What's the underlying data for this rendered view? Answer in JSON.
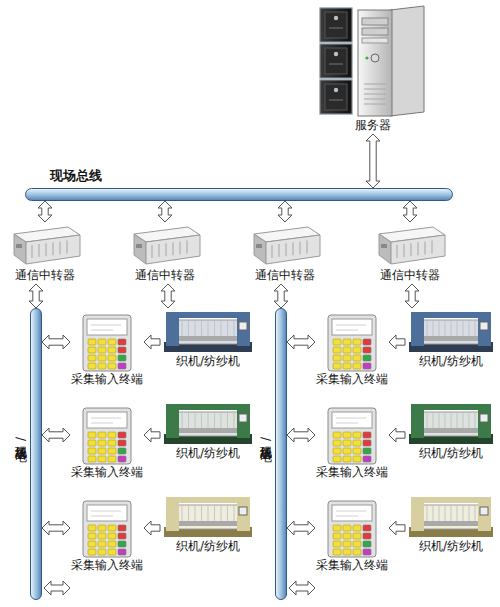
{
  "diagram": {
    "nodes": [
      {
        "text": [
          "服务器"
        ]
      },
      {
        "text": [
          "现场总线"
        ]
      },
      {
        "text": [
          "通信中转器"
        ]
      },
      {
        "text": [
          "通信中转器"
        ]
      },
      {
        "text": [
          "通信中转器"
        ]
      },
      {
        "text": [
          "通信中转器"
        ]
      },
      {
        "text": [
          "现场总线/电"
        ]
      },
      {
        "text": [
          "现场总线/电"
        ]
      },
      {
        "text": [
          "采集输入终端"
        ]
      },
      {
        "text": [
          "织机/纺纱机"
        ]
      },
      {
        "text": [
          "采集输入终端"
        ]
      },
      {
        "text": [
          "织机/纺纱机"
        ]
      },
      {
        "text": [
          "采集输入终端"
        ]
      },
      {
        "text": [
          "织机/纺纱机"
        ]
      },
      {
        "text": [
          "采集输入终端"
        ]
      },
      {
        "text": [
          "织机/纺纱机"
        ]
      },
      {
        "text": [
          "采集输入终端"
        ]
      },
      {
        "text": [
          "织机/纺纱机"
        ]
      },
      {
        "text": [
          "采集输入终端"
        ]
      },
      {
        "text": [
          "织机/纺纱机"
        ]
      }
    ],
    "edges": [
      {
        "from": 0,
        "to": 1,
        "arrow": "both"
      },
      {
        "from": 1,
        "to": 2,
        "arrow": "both"
      },
      {
        "from": 1,
        "to": 3,
        "arrow": "both"
      },
      {
        "from": 1,
        "to": 4,
        "arrow": "both"
      },
      {
        "from": 1,
        "to": 5,
        "arrow": "both"
      },
      {
        "from": 2,
        "to": 6,
        "arrow": "both"
      },
      {
        "from": 3,
        "to": 9,
        "arrow": "both"
      },
      {
        "from": 4,
        "to": 7,
        "arrow": "both"
      },
      {
        "from": 5,
        "to": 11,
        "arrow": "both"
      },
      {
        "from": 6,
        "to": 8,
        "arrow": "both"
      },
      {
        "from": 9,
        "to": 8,
        "arrow": "to"
      },
      {
        "from": 7,
        "to": 10,
        "arrow": "both"
      },
      {
        "from": 11,
        "to": 10,
        "arrow": "to"
      },
      {
        "from": 6,
        "to": 12,
        "arrow": "both"
      },
      {
        "from": 13,
        "to": 12,
        "arrow": "to"
      },
      {
        "from": 7,
        "to": 14,
        "arrow": "both"
      },
      {
        "from": 15,
        "to": 14,
        "arrow": "to"
      },
      {
        "from": 6,
        "to": 16,
        "arrow": "both"
      },
      {
        "from": 17,
        "to": 16,
        "arrow": "to"
      },
      {
        "from": 7,
        "to": 18,
        "arrow": "both"
      },
      {
        "from": 19,
        "to": 18,
        "arrow": "to"
      }
    ]
  }
}
